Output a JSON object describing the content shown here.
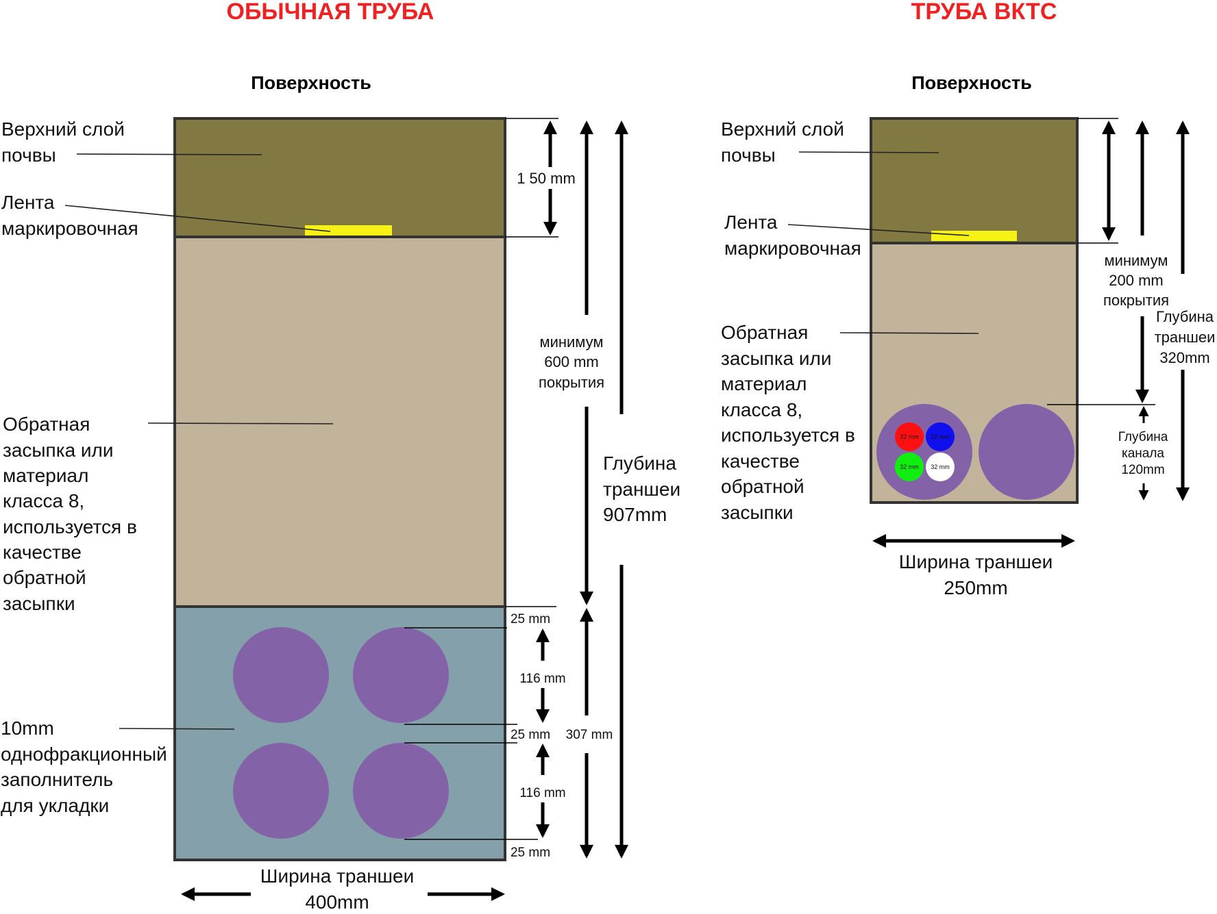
{
  "colors": {
    "title": "#ee2222",
    "topsoil": "#827841",
    "backfill": "#c2b49b",
    "bedding": "#84a0aa",
    "duct": "#8462a8",
    "tape": "#f6f216",
    "outline": "#333333",
    "micro_red": "#ff1010",
    "micro_blue": "#1010ee",
    "micro_green": "#10ee10",
    "micro_white": "#ffffff"
  },
  "left": {
    "title": "ОБЫЧНАЯ ТРУБА",
    "surface": "Поверхность",
    "topsoil_label": [
      "Верхний слой",
      "почвы"
    ],
    "tape_label": [
      "Лента",
      "маркировочная"
    ],
    "backfill_label": [
      "Обратная",
      "засыпка или",
      "материал",
      "класса 8,",
      "используется в",
      "качестве",
      "обратной",
      "засыпки"
    ],
    "bedding_label": [
      "10mm",
      "однофракционный",
      "заполнитель",
      "для укладки"
    ],
    "dim_topsoil": "1 50 mm",
    "dim_cover": [
      "минимум",
      "600 mm",
      "покрытия"
    ],
    "dim_depth": [
      "Глубина",
      "траншеи",
      "907mm"
    ],
    "dim_gap_top": "25 mm",
    "dim_duct_1": "116 mm",
    "dim_gap_mid": "25 mm",
    "dim_duct_2": "116 mm",
    "dim_gap_bottom": "25 mm",
    "dim_bedding": "307 mm",
    "width_label": [
      "Ширина траншеи",
      "400mm"
    ]
  },
  "right": {
    "title": "ТРУБА ВКТС",
    "surface": "Поверхность",
    "topsoil_label": [
      "Верхний слой",
      "почвы"
    ],
    "tape_label": [
      "Лента",
      "маркировочная"
    ],
    "backfill_label": [
      "Обратная",
      "засыпка или",
      "материал",
      "класса 8,",
      "используется в",
      "качестве",
      "обратной",
      "засыпки"
    ],
    "dim_cover": [
      "минимум",
      "200 mm",
      "покрытия"
    ],
    "dim_depth": [
      "Глубина",
      "траншеи",
      "320mm"
    ],
    "dim_channel": [
      "Глубина",
      "канала",
      "120mm"
    ],
    "microduct_labels": [
      "32 mm",
      "32 mm",
      "32 mm",
      "32 mm"
    ],
    "width_label": [
      "Ширина траншеи",
      "250mm"
    ]
  }
}
